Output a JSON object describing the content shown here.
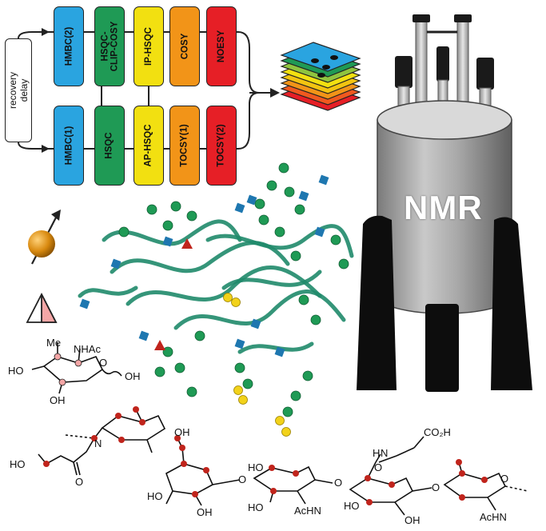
{
  "pulse_sequence": {
    "recovery_delay": "recovery\ndelay",
    "top_row": [
      {
        "label": "HMBC(2)",
        "color": "#2aa4e0"
      },
      {
        "label": "HSQC-\nCLIP-COSY",
        "color": "#1f9a55"
      },
      {
        "label": "IP-HSQC",
        "color": "#f2e011"
      },
      {
        "label": "COSY",
        "color": "#f29418"
      },
      {
        "label": "NOESY",
        "color": "#e61f26"
      }
    ],
    "bottom_row": [
      {
        "label": "HMBC(1)",
        "color": "#2aa4e0"
      },
      {
        "label": "HSQC",
        "color": "#1f9a55"
      },
      {
        "label": "AP-HSQC",
        "color": "#f2e011"
      },
      {
        "label": "TOCSY(1)",
        "color": "#f29418"
      },
      {
        "label": "TOCSY(2)",
        "color": "#e61f26"
      }
    ]
  },
  "spectra_stack_colors": [
    "#e61f26",
    "#f0591f",
    "#f29418",
    "#f2c411",
    "#f2e011",
    "#8fc43f",
    "#1f9a55",
    "#2aa4e0"
  ],
  "magnet_label": "NMR",
  "chemical_labels": {
    "me": "Me",
    "nhac": "NHAc",
    "ho1": "HO",
    "o1": "O",
    "oh1": "OH",
    "oh2": "OH",
    "ho2": "HO",
    "n1": "N",
    "o_carbonyl": "O",
    "oh_galf": "OH",
    "ho_galf": "HO",
    "oh_galf2": "OH",
    "o_link1": "O",
    "ho3": "HO",
    "achn1": "AcHN",
    "o_link2": "O",
    "ho4": "HO",
    "o_link3": "O",
    "ho5": "HO",
    "achn2": "AcHN",
    "hn": "N",
    "h_of_hn": "H",
    "co2h": "CO₂H",
    "o_amide": "O",
    "oh_mur": "OH",
    "o_ring": "O"
  }
}
